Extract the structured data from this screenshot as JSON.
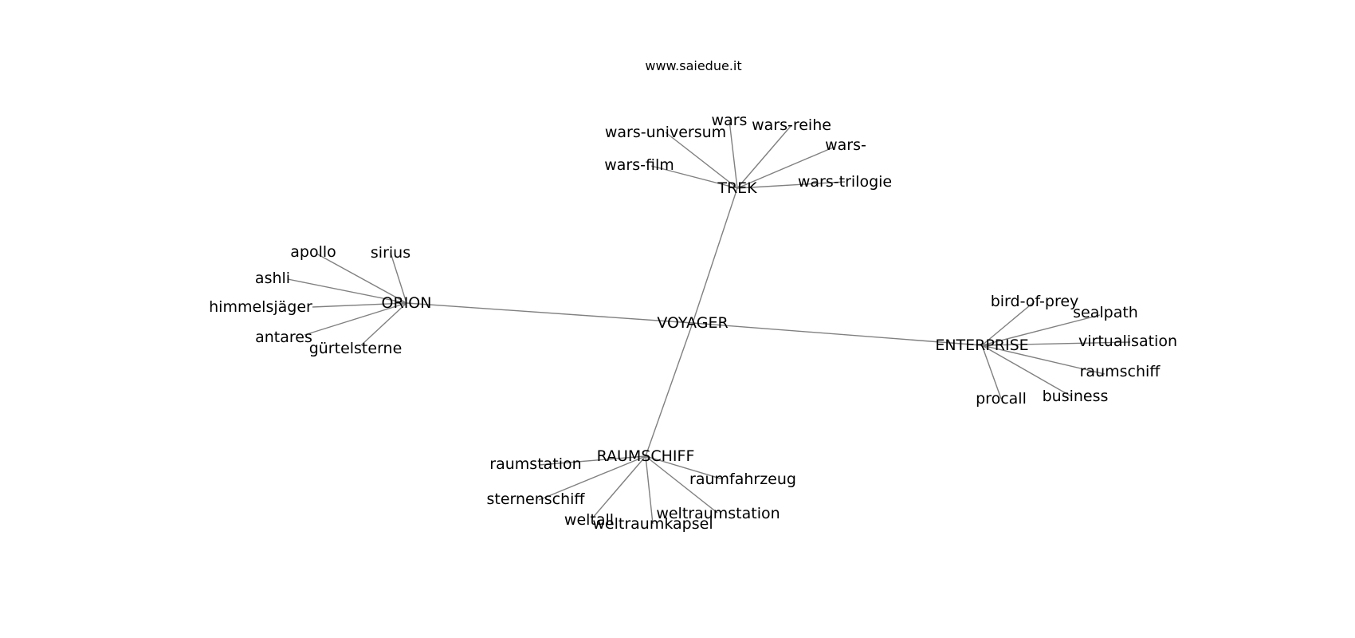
{
  "source": "www.saiedue.it",
  "colors": {
    "edge": "#808080",
    "text": "#000000",
    "background": "#ffffff"
  },
  "graph": {
    "center": {
      "id": "voyager",
      "label": "VOYAGER"
    },
    "hubs": [
      {
        "id": "trek",
        "label": "TREK",
        "children": [
          {
            "id": "wars",
            "label": "wars"
          },
          {
            "id": "wars-reihe",
            "label": "wars-reihe"
          },
          {
            "id": "wars-universum",
            "label": "wars-universum"
          },
          {
            "id": "wars-dash",
            "label": "wars-"
          },
          {
            "id": "wars-film",
            "label": "wars-film"
          },
          {
            "id": "wars-trilogie",
            "label": "wars-trilogie"
          }
        ]
      },
      {
        "id": "orion",
        "label": "ORION",
        "children": [
          {
            "id": "apollo",
            "label": "apollo"
          },
          {
            "id": "sirius",
            "label": "sirius"
          },
          {
            "id": "ashli",
            "label": "ashli"
          },
          {
            "id": "himmelsjaeger",
            "label": "himmelsjäger"
          },
          {
            "id": "antares",
            "label": "antares"
          },
          {
            "id": "guertelsterne",
            "label": "gürtelsterne"
          }
        ]
      },
      {
        "id": "enterprise",
        "label": "ENTERPRISE",
        "children": [
          {
            "id": "bird-of-prey",
            "label": "bird-of-prey"
          },
          {
            "id": "sealpath",
            "label": "sealpath"
          },
          {
            "id": "virtualisation",
            "label": "virtualisation"
          },
          {
            "id": "raumschiff",
            "label": "raumschiff"
          },
          {
            "id": "procall",
            "label": "procall"
          },
          {
            "id": "business",
            "label": "business"
          }
        ]
      },
      {
        "id": "raumschiff-hub",
        "label": "RAUMSCHIFF",
        "children": [
          {
            "id": "raumstation",
            "label": "raumstation"
          },
          {
            "id": "raumfahrzeug",
            "label": "raumfahrzeug"
          },
          {
            "id": "sternenschiff",
            "label": "sternenschiff"
          },
          {
            "id": "weltall",
            "label": "weltall"
          },
          {
            "id": "weltraumkapsel",
            "label": "weltraumkapsel"
          },
          {
            "id": "weltraumstation",
            "label": "weltraumstation"
          }
        ]
      }
    ]
  }
}
